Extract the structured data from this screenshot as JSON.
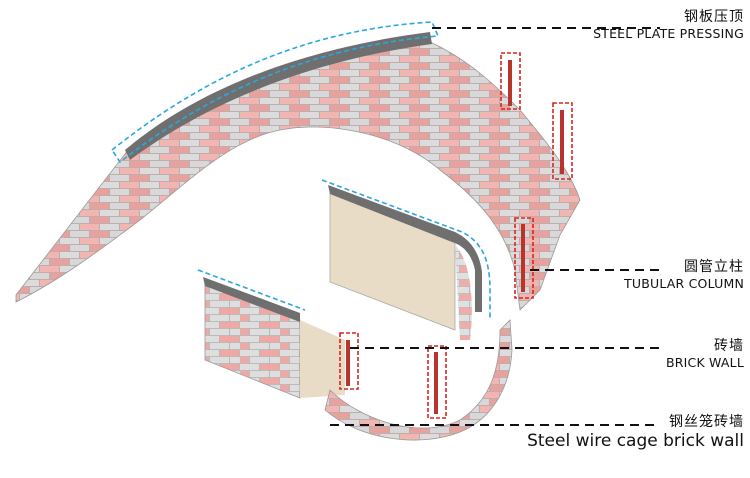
{
  "labels": [
    {
      "zh": "钢板压顶",
      "en": "STEEL PLATE PRESSING"
    },
    {
      "zh": "圆管立柱",
      "en": "TUBULAR COLUMN"
    },
    {
      "zh": "砖墙",
      "en": "BRICK WALL"
    },
    {
      "zh": "钢丝笼砖墙",
      "en": "Steel wire cage brick wall"
    }
  ],
  "colors": {
    "brick_pink": "#efa8a4",
    "brick_grey": "#dcdcdc",
    "mortar": "#b8b8b8",
    "coping": "#6f6f6f",
    "dash_blue": "#2aa7e0",
    "dash_red": "#d9251d",
    "column_red": "#b8342c",
    "panel_beige": "#e8dcc6",
    "leader": "#111111"
  }
}
